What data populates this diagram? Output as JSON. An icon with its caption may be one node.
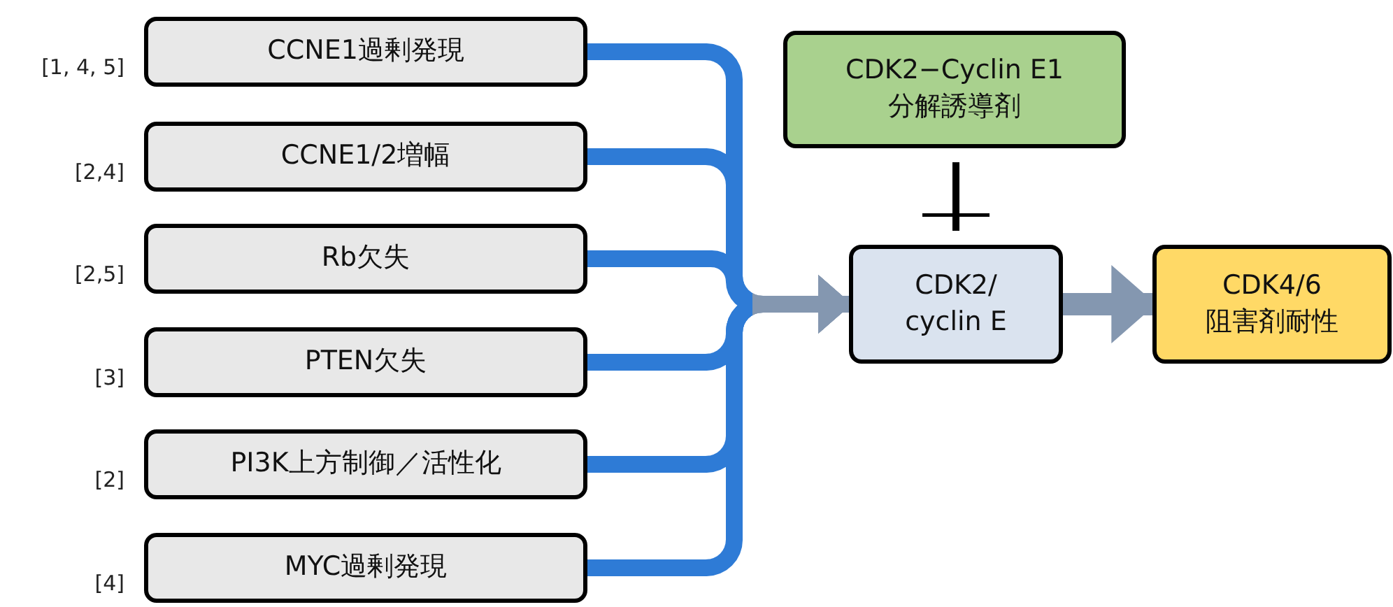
{
  "diagram": {
    "nodes": [
      {
        "text": [
          "CCNE1過剰発現"
        ],
        "beside": [
          "[1, 4, 5]"
        ]
      },
      {
        "text": [
          "CCNE1/2増幅"
        ],
        "beside": [
          "[2,4]"
        ]
      },
      {
        "text": [
          "Rb欠失"
        ],
        "beside": [
          "[2,5]"
        ]
      },
      {
        "text": [
          "PTEN欠失"
        ],
        "beside": [
          "[3]"
        ]
      },
      {
        "text": [
          "PI3K上方制御／活性化"
        ],
        "beside": [
          "[2]"
        ]
      },
      {
        "text": [
          "MYC過剰発現"
        ],
        "beside": [
          "[4]"
        ]
      },
      {
        "text": [
          "CDK2−Cyclin E1 分解誘導剤"
        ]
      },
      {
        "text": [
          "CDK2/ cyclin E"
        ]
      },
      {
        "text": [
          "CDK4/6 阻害剤耐性"
        ]
      }
    ],
    "edges": [
      {
        "from": 0,
        "to": 7,
        "arrow": "to"
      },
      {
        "from": 1,
        "to": 7,
        "arrow": "to"
      },
      {
        "from": 2,
        "to": 7,
        "arrow": "to"
      },
      {
        "from": 3,
        "to": 7,
        "arrow": "to"
      },
      {
        "from": 4,
        "to": 7,
        "arrow": "to"
      },
      {
        "from": 5,
        "to": 7,
        "arrow": "to"
      },
      {
        "from": 6,
        "to": 7,
        "arrow": "other",
        "color": "#000000"
      },
      {
        "from": 7,
        "to": 8,
        "arrow": "to",
        "style": "thick",
        "color": "#8497b0"
      }
    ]
  }
}
